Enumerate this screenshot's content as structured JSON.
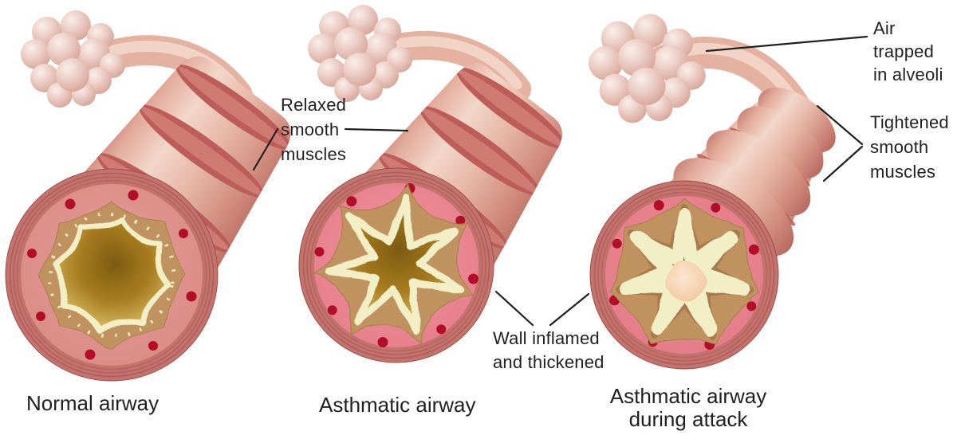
{
  "figure_kind": "medical-illustration",
  "colors": {
    "background": "#ffffff",
    "text": "#231f20",
    "leader_line": "#231f20",
    "rim": "#c4726d",
    "ring_stroke": "#a85752",
    "wall_normal": "#dd8f8b",
    "wall_inflamed": "#e9828e",
    "wall_attack": "#e77f8a",
    "muscle_band": "#bc5d59",
    "muscle_band_light": "#cf7a72",
    "mucosa_tan": "#c0925f",
    "mucosa_dark": "#aa7a50",
    "epithelium_cream": "#f2eec6",
    "lumen_dark": "#8a6214",
    "mucus_plug": "#f6d4b0",
    "vessel_dot": "#b30d2a",
    "neck": "#e5b2a2",
    "neck_highlight": "#f3d9cd"
  },
  "labels": {
    "relaxed": {
      "text": "Relaxed\nsmooth\nmuscles"
    },
    "air_trapped": {
      "text": "Air trapped\nin alveoli"
    },
    "tightened": {
      "text": "Tightened\nsmooth\nmuscles"
    },
    "wall_inflamed": {
      "text": "Wall inflamed\nand thickened"
    }
  },
  "captions": {
    "normal": "Normal airway",
    "asthmatic": "Asthmatic airway",
    "attack": "Asthmatic airway\nduring attack"
  }
}
